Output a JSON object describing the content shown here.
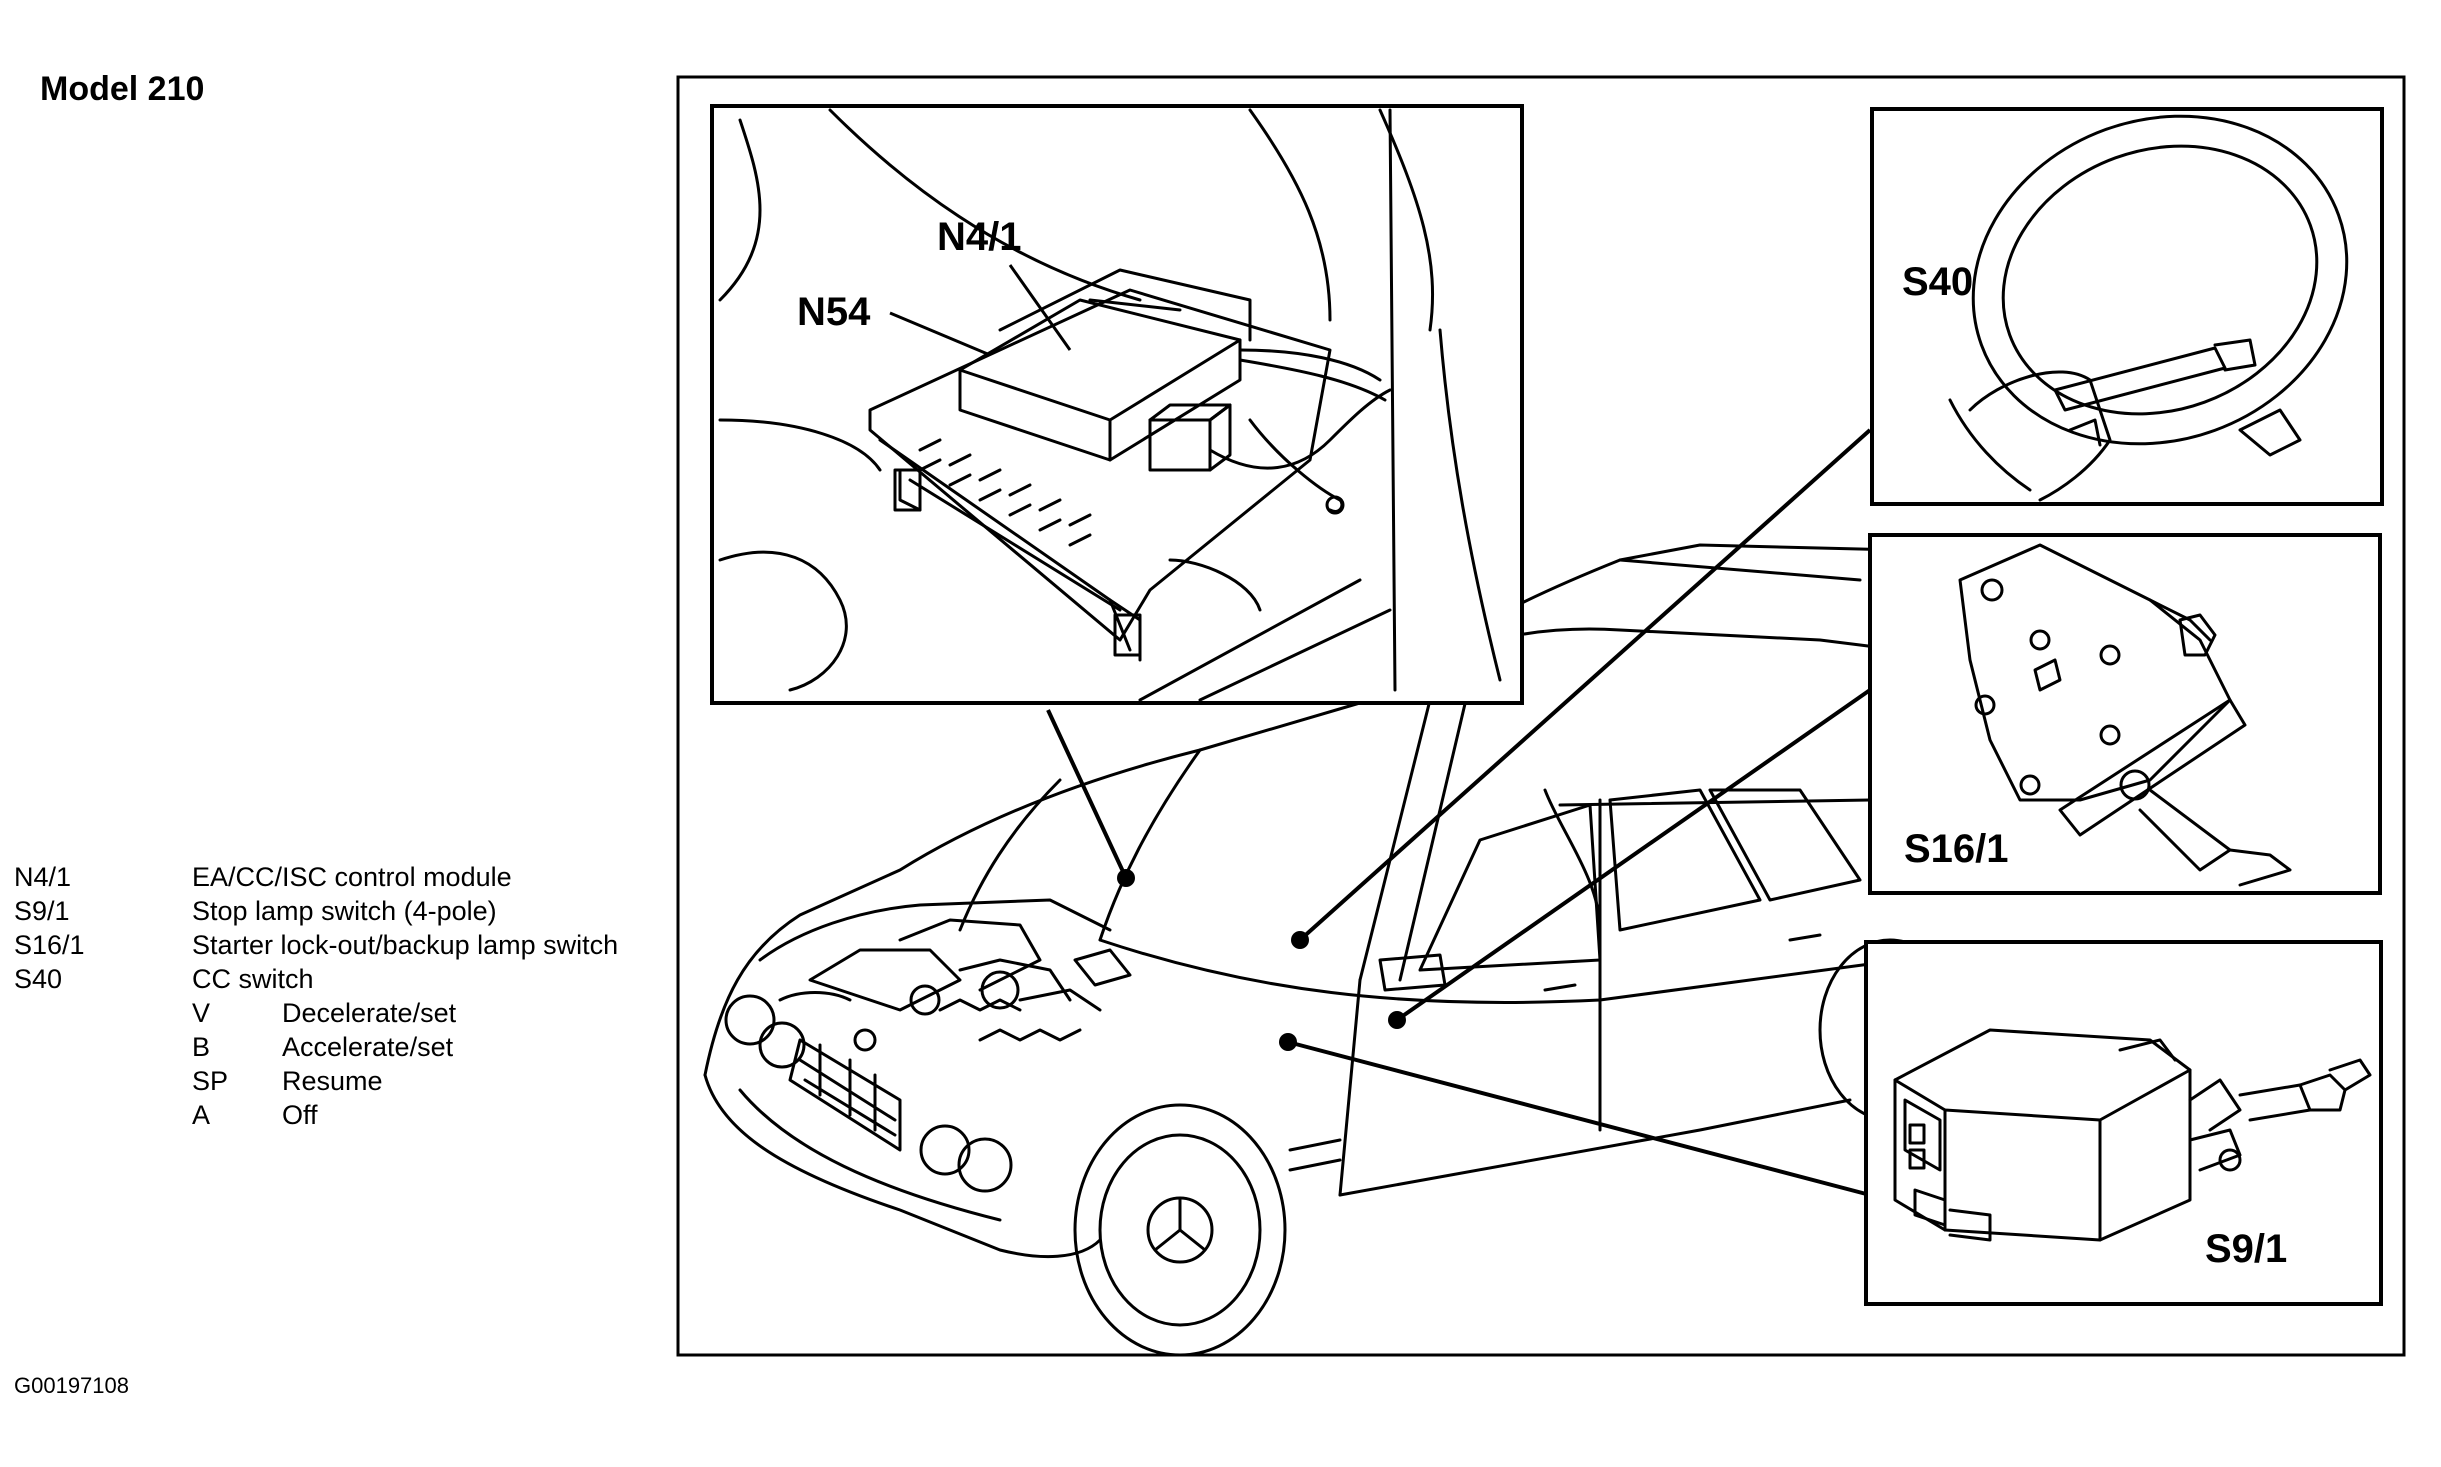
{
  "title": "Model 210",
  "legend": [
    {
      "code": "N4/1",
      "desc": "EA/CC/ISC control module"
    },
    {
      "code": "S9/1",
      "desc": "Stop lamp switch (4-pole)"
    },
    {
      "code": "S16/1",
      "desc": "Starter lock-out/backup lamp switch"
    },
    {
      "code": "S40",
      "desc": "CC switch"
    }
  ],
  "sub_legend": [
    {
      "code": "V",
      "desc": "Decelerate/set"
    },
    {
      "code": "B",
      "desc": "Accelerate/set"
    },
    {
      "code": "SP",
      "desc": "Resume"
    },
    {
      "code": "A",
      "desc": "Off"
    }
  ],
  "figure_id": "G00197108",
  "callouts": {
    "n4_1": "N4/1",
    "n54": "N54",
    "s40": "S40",
    "s16_1": "S16/1",
    "s9_1": "S9/1"
  },
  "colors": {
    "line": "#000000",
    "background": "#ffffff"
  }
}
